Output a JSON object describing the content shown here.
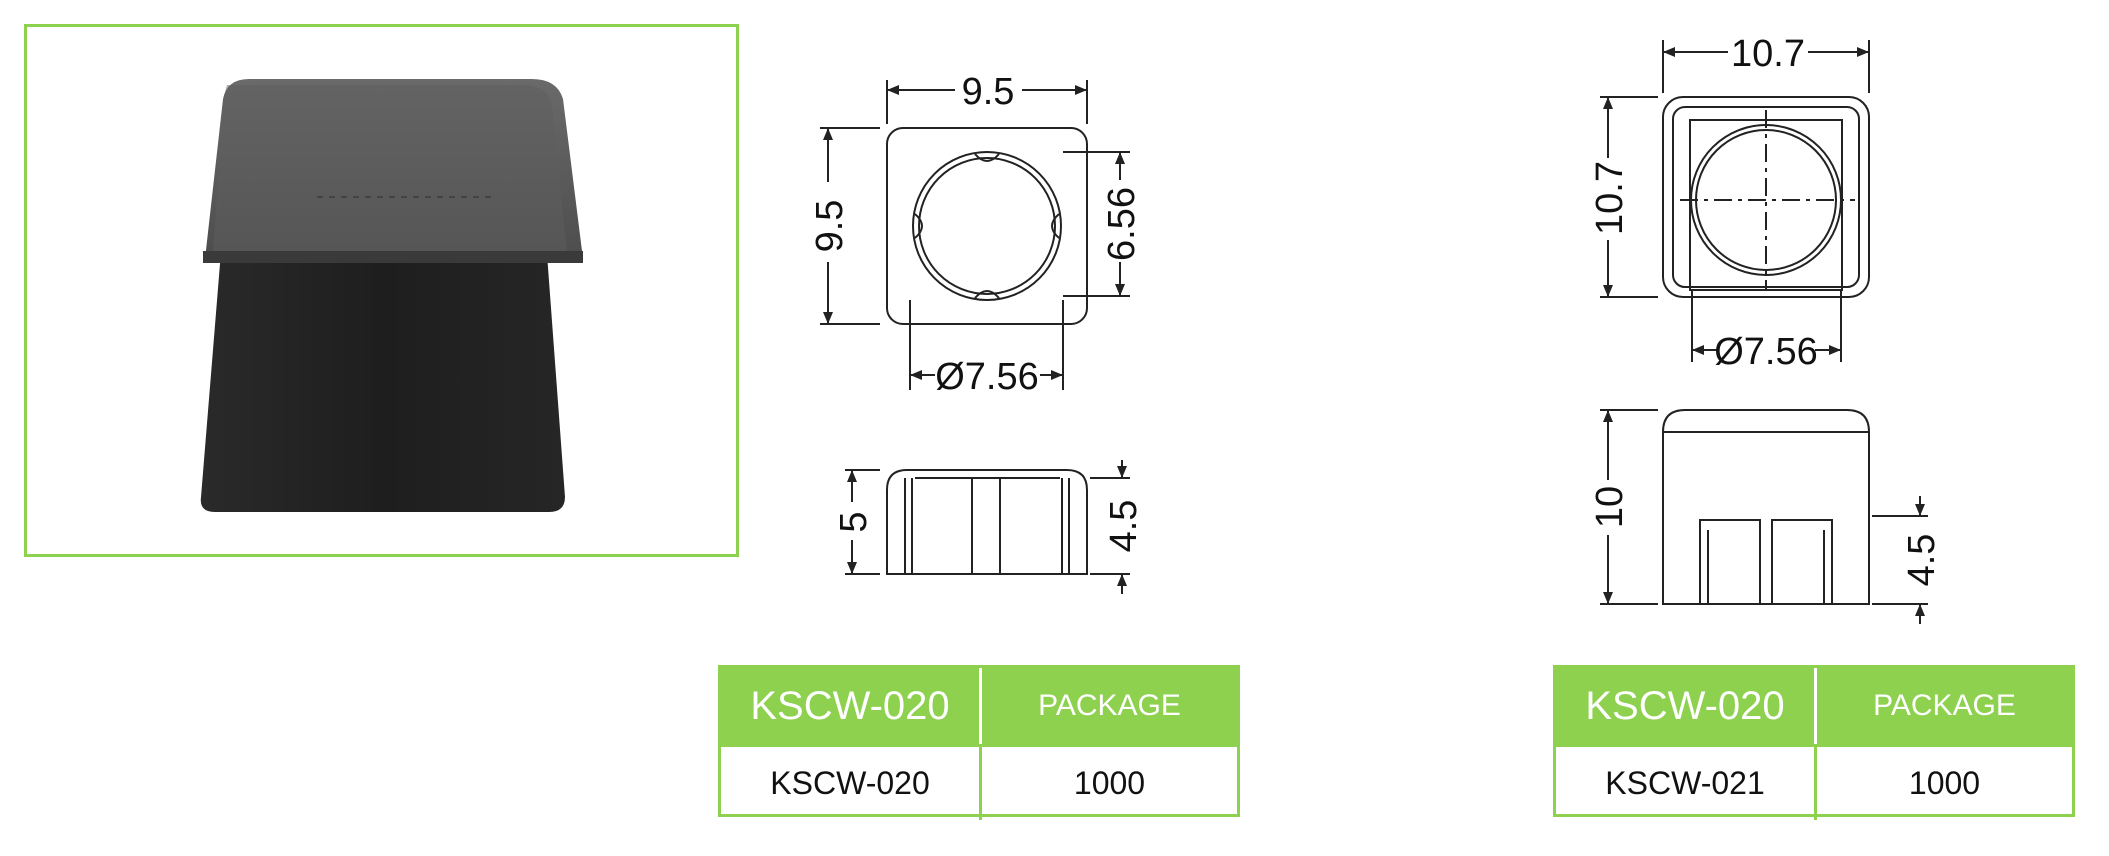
{
  "product_photo": {
    "alt": ""
  },
  "drawing_020": {
    "top_view": {
      "width": "9.5",
      "height": "9.5",
      "hole_span": "6.56",
      "hole_diameter": "Ø7.56"
    },
    "side_view": {
      "height": "5",
      "inner_depth": "4.5"
    }
  },
  "drawing_021": {
    "top_view": {
      "width": "10.7",
      "height": "10.7",
      "hole_diameter": "Ø7.56"
    },
    "side_view": {
      "height": "10",
      "inner_depth": "4.5"
    }
  },
  "table_020": {
    "header_model": "KSCW-020",
    "header_package": "PACKAGE",
    "model": "KSCW-020",
    "package": "1000"
  },
  "table_021": {
    "header_model": "KSCW-020",
    "header_package": "PACKAGE",
    "model": "KSCW-021",
    "package": "1000"
  },
  "colors": {
    "accent_green": "#8dd14f",
    "cap_dark": "#1f1f1f",
    "cap_top": "#5a5a5a",
    "line": "#222222"
  }
}
